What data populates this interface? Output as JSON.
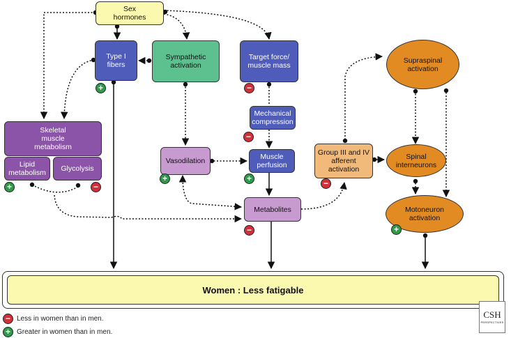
{
  "nodes": {
    "sex_hormones": "Sex\nhormones",
    "type1_fibers": "Type I\nfibers",
    "sympathetic_activation": "Sympathetic\nactivation",
    "target_force": "Target force/\nmuscle mass",
    "supraspinal_activation": "Supraspinal\nactivation",
    "skeletal_muscle_metabolism": "Skeletal\nmuscle\nmetabolism",
    "lipid_metabolism": "Lipid\nmetabolism",
    "glycolysis": "Glycolysis",
    "mechanical_compression": "Mechanical\ncompression",
    "vasodilation": "Vasodilation",
    "muscle_perfusion": "Muscle\nperfusion",
    "group_afferent": "Group III and IV\nafferent\nactivation",
    "spinal_interneurons": "Spinal\ninterneurons",
    "metabolites": "Metabolites",
    "motoneuron_activation": "Motoneuron\nactivation"
  },
  "outcome": "Women : Less fatigable",
  "legend": {
    "minus_label": "Less in women than in men.",
    "plus_label": "Greater in women than in men.",
    "minus_symbol": "−",
    "plus_symbol": "+"
  },
  "logo": {
    "line1": "CSH",
    "line2": "PERSPECTIVES"
  },
  "colors": {
    "yellow": "#fbf8b0",
    "blue": "#4f5cb9",
    "green": "#5cc08f",
    "purple": "#8b54a8",
    "pink": "#c79bd0",
    "tan": "#f1ba7a",
    "orange": "#e18b22",
    "plus": "#2f9a4a",
    "minus": "#d0303a"
  }
}
